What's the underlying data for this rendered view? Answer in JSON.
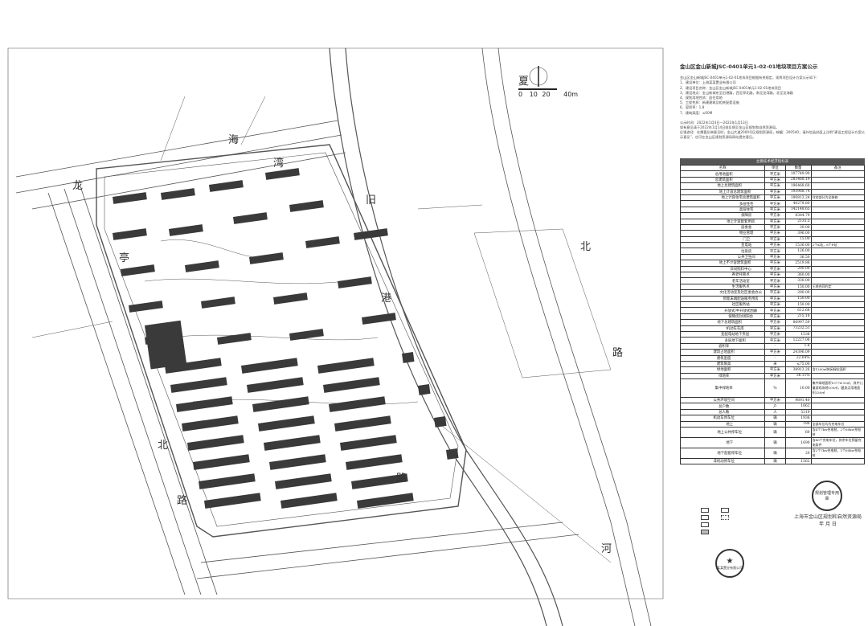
{
  "notice": {
    "title": "金山区金山新城JSC-0401单元1-02-01地块项目方案公示",
    "intro": "金山区金山新城JSC-0401单元1-02-01地块项目根据有关规定，现将项目设计方案公示如下：",
    "items": [
      "1、建设单位：上海某某置业有限公司",
      "2、建设项目名称：金山区金山新城JSC-0401单元1-02-01地块项目",
      "3、建设地点：金山新城东至旧港路，西至亭北路，南至龙湾路，北至龙海路",
      "4、规划用地性质：居住用地",
      "5、工程性质：新建建筑及相关配套设施",
      "6、容积率：1.8",
      "7、建筑高度：≤60M"
    ],
    "period": "公示时间：2022年1月4日—2022年1月13日",
    "feedback1": "如有意见请于2022年1月14日前反馈至金山区规划和自然资源局。",
    "feedback2": "反馈途径：在需要反映意见时，金山大道2000号区规划资源局，邮编：200540，请外信函封面上注明“建设工程设计方案公示意见”，也可在金山区规划资源局网站提交意见。"
  },
  "table": {
    "caption": "主要技术经济指标表",
    "headers": [
      "名称",
      "单位",
      "数量",
      "备注"
    ],
    "rows": [
      {
        "lv": 0,
        "name": "总用地面积",
        "unit": "平方米",
        "value": "107749.90",
        "note": ""
      },
      {
        "lv": 0,
        "name": "总建筑面积",
        "unit": "平方米",
        "value": "283468.19",
        "note": ""
      },
      {
        "lv": 1,
        "name": "地上总建筑面积",
        "unit": "平方米",
        "value": "196468.60",
        "note": ""
      },
      {
        "lv": 2,
        "name": "地上计容总建筑面积",
        "unit": "平方米",
        "value": "193988.74",
        "note": ""
      },
      {
        "lv": 3,
        "name": "地上计容住宅总建筑面积",
        "unit": "平方米",
        "value": "190813.24",
        "note": "住宅部分为全装修"
      },
      {
        "lv": 4,
        "name": "多层住宅",
        "unit": "平方米",
        "value": "40279.80",
        "note": ""
      },
      {
        "lv": 4,
        "name": "高层住宅",
        "unit": "平方米",
        "value": "142148.65",
        "note": ""
      },
      {
        "lv": 4,
        "name": "保障房",
        "unit": "平方米",
        "value": "8384.79",
        "note": ""
      },
      {
        "lv": 3,
        "name": "地上计容配套用房",
        "unit": "平方米",
        "value": "2135.5",
        "note": ""
      },
      {
        "lv": 4,
        "name": "居委会",
        "unit": "平方米",
        "value": "30.00",
        "note": ""
      },
      {
        "lv": 4,
        "name": "物业管理",
        "unit": "平方米",
        "value": "396.00",
        "note": ""
      },
      {
        "lv": 4,
        "name": "门卫",
        "unit": "平方米",
        "value": "15.00",
        "note": ""
      },
      {
        "lv": 4,
        "name": "变电站",
        "unit": "平方米",
        "value": "1536.00",
        "note": "2个K站，8个P站"
      },
      {
        "lv": 4,
        "name": "垃圾房",
        "unit": "平方米",
        "value": "126.00",
        "note": ""
      },
      {
        "lv": 4,
        "name": "公共卫生间",
        "unit": "平方米",
        "value": "36.50",
        "note": ""
      },
      {
        "lv": 2,
        "name": "地上不计容建筑面积",
        "unit": "平方米",
        "value": "2519.86",
        "note": ""
      },
      {
        "lv": 3,
        "name": "日间照料中心",
        "unit": "平方米",
        "value": "200.00",
        "note": ""
      },
      {
        "lv": 3,
        "name": "养老托管点",
        "unit": "平方米",
        "value": "360.00",
        "note": ""
      },
      {
        "lv": 3,
        "name": "老年活动室",
        "unit": "平方米",
        "value": "330.00",
        "note": ""
      },
      {
        "lv": 3,
        "name": "生活服务点",
        "unit": "平方米",
        "value": "150.00",
        "note": "土地合同约定"
      },
      {
        "lv": 3,
        "name": "文化活动室及社区委会办公",
        "unit": "平方米",
        "value": "290.00",
        "note": ""
      },
      {
        "lv": 3,
        "name": "智能末端配送服务用房",
        "unit": "平方米",
        "value": "150.00",
        "note": ""
      },
      {
        "lv": 3,
        "name": "社区服务站",
        "unit": "平方米",
        "value": "150.00",
        "note": ""
      },
      {
        "lv": 3,
        "name": "开放式/半开放式围廊",
        "unit": "平方米",
        "value": "612.68",
        "note": ""
      },
      {
        "lv": 3,
        "name": "保障房封闭阳台",
        "unit": "平方米",
        "value": "215.18",
        "note": ""
      },
      {
        "lv": 1,
        "name": "地下总建筑面积",
        "unit": "平方米",
        "value": "86997.59",
        "note": ""
      },
      {
        "lv": 2,
        "name": "机动车车库",
        "unit": "平方米",
        "value": "73232.51",
        "note": ""
      },
      {
        "lv": 2,
        "name": "变配电站地下夹层",
        "unit": "平方米",
        "value": "1538",
        "note": ""
      },
      {
        "lv": 2,
        "name": "多层地下面积",
        "unit": "平方米",
        "value": "12227.08",
        "note": ""
      },
      {
        "lv": 0,
        "name": "容积率",
        "unit": "-",
        "value": "1.8",
        "note": ""
      },
      {
        "lv": 0,
        "name": "建筑占地面积",
        "unit": "平方米",
        "value": "24396.09",
        "note": ""
      },
      {
        "lv": 0,
        "name": "建筑密度",
        "unit": "-",
        "value": "22.64%",
        "note": ""
      },
      {
        "lv": 0,
        "name": "建筑限高",
        "unit": "米",
        "value": "≤75.00",
        "note": ""
      },
      {
        "lv": 0,
        "name": "绿地面积",
        "unit": "平方米",
        "value": "38913.26",
        "note": "含1200㎡休闲绿化面积"
      },
      {
        "lv": 0,
        "name": "绿地率",
        "unit": "平方米",
        "value": "36.11%",
        "note": ""
      },
      {
        "lv": 0,
        "name": "集中绿地率",
        "unit": "%",
        "value": "10.00",
        "note": "集中绿地面积10774.93㎡，其中儿童游戏场地100㎡，健身点用地面积330㎡"
      },
      {
        "lv": 0,
        "name": "公共环境空间",
        "unit": "平方米",
        "value": "9891.40",
        "note": ""
      },
      {
        "lv": 0,
        "name": "总户数",
        "unit": "户",
        "value": "1662",
        "note": ""
      },
      {
        "lv": 0,
        "name": "总人数",
        "unit": "人",
        "value": "5319",
        "note": ""
      },
      {
        "lv": 0,
        "name": "机动车停车位",
        "unit": "辆",
        "value": "1936",
        "note": ""
      },
      {
        "lv": 1,
        "name": "地上",
        "unit": "辆",
        "value": "186",
        "note": "全部车位均为充电车位"
      },
      {
        "lv": 1,
        "name": "地上公共停车位",
        "unit": "辆",
        "value": "60",
        "note": "含4个7kw充电桩，2个60kw充电桩"
      },
      {
        "lv": 1,
        "name": "地下",
        "unit": "辆",
        "value": "1690",
        "note": "含40个充电车位，其余车位预留充电条件"
      },
      {
        "lv": 1,
        "name": "地下配套停车位",
        "unit": "辆",
        "value": "20",
        "note": "含2个7kw充电桩，1个60kw充电桩"
      },
      {
        "lv": 0,
        "name": "非机动停车位",
        "unit": "辆",
        "value": "1562",
        "note": ""
      }
    ]
  },
  "roads": {
    "north": [
      "龙",
      "海",
      "湾"
    ],
    "east": [
      "旧",
      "港",
      "路"
    ],
    "west": [
      "亭",
      "北",
      "路"
    ],
    "far_east": [
      "夏",
      "北",
      "路",
      "河"
    ]
  },
  "scale": {
    "ticks": [
      "0",
      "10",
      "20",
      "40m"
    ]
  },
  "authority": {
    "name": "上海市金山区规划和自然资源局",
    "date": "年   月   日",
    "seal": "规划管理专用章"
  },
  "company_seal": "某某置业有限公司"
}
